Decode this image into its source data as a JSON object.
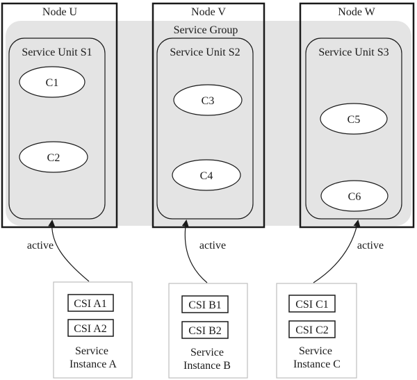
{
  "colors": {
    "group_fill": "#e4e4e4",
    "line": "#1a1a1a",
    "box_border": "#bdbdbd",
    "ellipse_fill": "#ffffff"
  },
  "service_group_label": "Service Group",
  "nodes": [
    {
      "label": "Node U",
      "unit": "Service Unit S1",
      "components": [
        "C1",
        "C2"
      ]
    },
    {
      "label": "Node V",
      "unit": "Service Unit S2",
      "components": [
        "C3",
        "C4"
      ]
    },
    {
      "label": "Node W",
      "unit": "Service Unit S3",
      "components": [
        "C5",
        "C6"
      ]
    }
  ],
  "assignment_label": "active",
  "service_instances": [
    {
      "csis": [
        "CSI A1",
        "CSI A2"
      ],
      "name_line1": "Service",
      "name_line2": "Instance A"
    },
    {
      "csis": [
        "CSI B1",
        "CSI B2"
      ],
      "name_line1": "Service",
      "name_line2": "Instance B"
    },
    {
      "csis": [
        "CSI C1",
        "CSI C2"
      ],
      "name_line1": "Service",
      "name_line2": "Instance C"
    }
  ]
}
